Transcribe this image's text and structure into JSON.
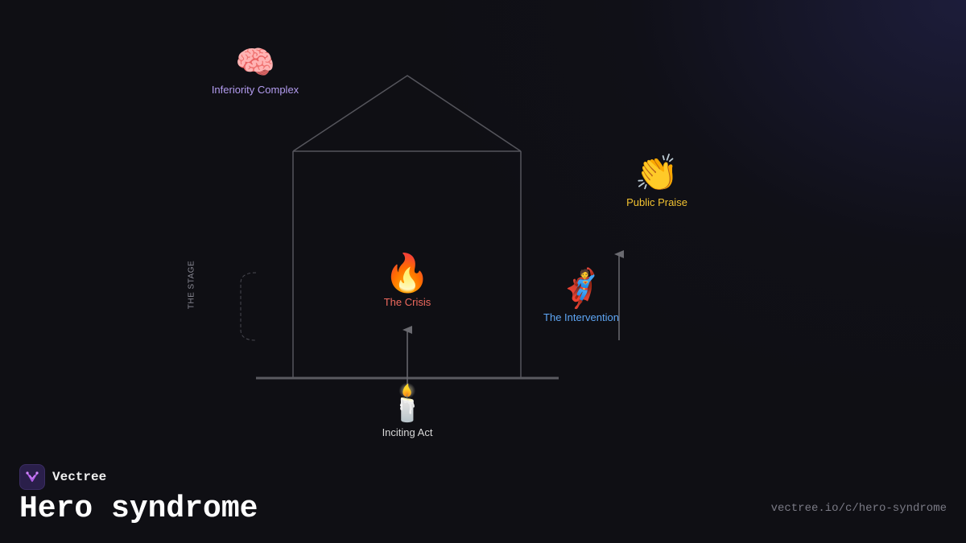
{
  "brand": {
    "name": "Vectree"
  },
  "title": "Hero syndrome",
  "url": "vectree.io/c/hero-syndrome",
  "diagram": {
    "stage_label": "THE STAGE",
    "nodes": {
      "inferiority": {
        "emoji": "🧠",
        "label": "Inferiority Complex",
        "color": "#b39cf0"
      },
      "crisis": {
        "emoji": "🔥",
        "label": "The Crisis",
        "color": "#f06a5e"
      },
      "intervention": {
        "emoji": "🦸",
        "label": "The Intervention",
        "color": "#5ea6f5"
      },
      "praise": {
        "emoji": "👏",
        "label": "Public Praise",
        "color": "#f2c230"
      },
      "inciting": {
        "emoji": "🕯️",
        "label": "Inciting Act",
        "color": "#d8d8d8"
      }
    }
  },
  "colors": {
    "background": "#0f0f14",
    "structure_line": "#55555c",
    "arrow": "#6a6a70"
  }
}
